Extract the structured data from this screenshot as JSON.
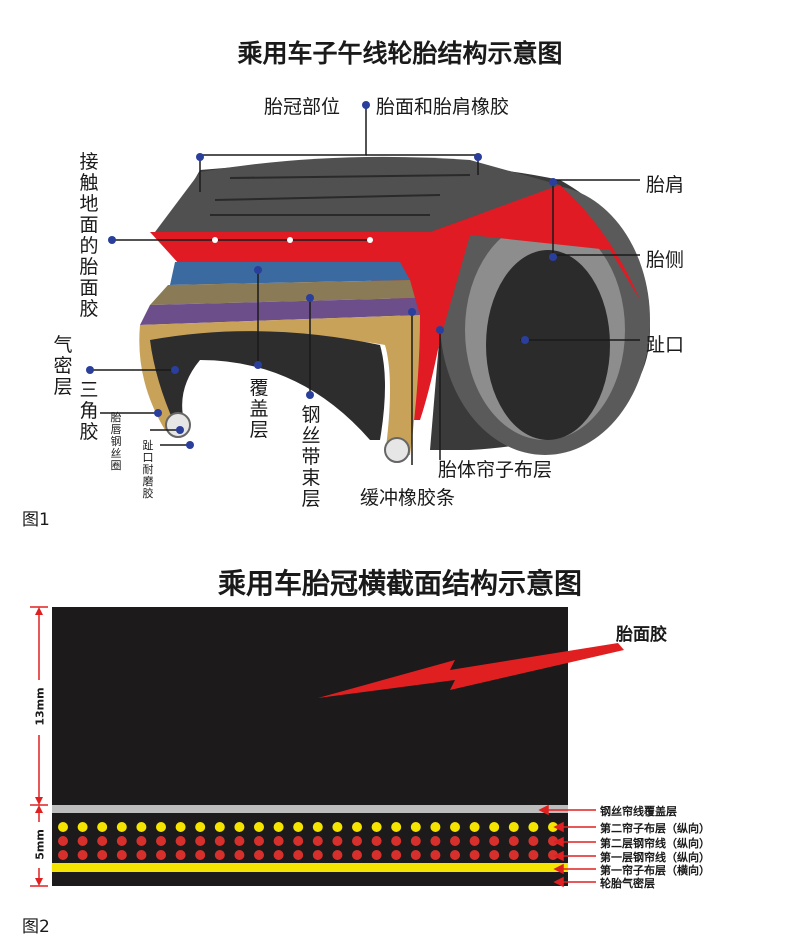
{
  "figure1": {
    "title": "乘用车子午线轮胎结构示意图",
    "caption": "图1",
    "labels": {
      "crown": "胎冠部位",
      "tread_shoulder_rubber": "胎面和胎肩橡胶",
      "shoulder": "胎肩",
      "sidewall": "胎侧",
      "toe": "趾口",
      "ground_contact": "接触地面的胎面胶",
      "inner_liner": "气密层",
      "apex": "三角胶",
      "bead_wire": "胎唇钢丝圈",
      "toe_abrasion": "趾口耐磨胶",
      "cap_ply": "覆盖层",
      "steel_belt": "钢丝带束层",
      "carcass_ply": "胎体帘子布层",
      "cushion": "缓冲橡胶条"
    }
  },
  "figure2": {
    "title": "乘用车胎冠横截面结构示意图",
    "caption": "图2",
    "tread_label": "胎面胶",
    "dim_top": "13mm",
    "dim_bottom": "5mm",
    "layers": [
      "钢丝帘线覆盖层",
      "第二帘子布层（纵向）",
      "第二层钢帘线（纵向）",
      "第一层钢帘线（纵向）",
      "第一帘子布层（横向）",
      "轮胎气密层"
    ]
  },
  "colors": {
    "tread_red": "#e01b24",
    "rubber_black": "#1c1a1a",
    "cord_yellow": "#f5e400",
    "steel_red": "#d7302c",
    "cap_grey": "#bdbdbd",
    "dim_red": "#e02020",
    "dot_blue": "#2a3f9c"
  }
}
